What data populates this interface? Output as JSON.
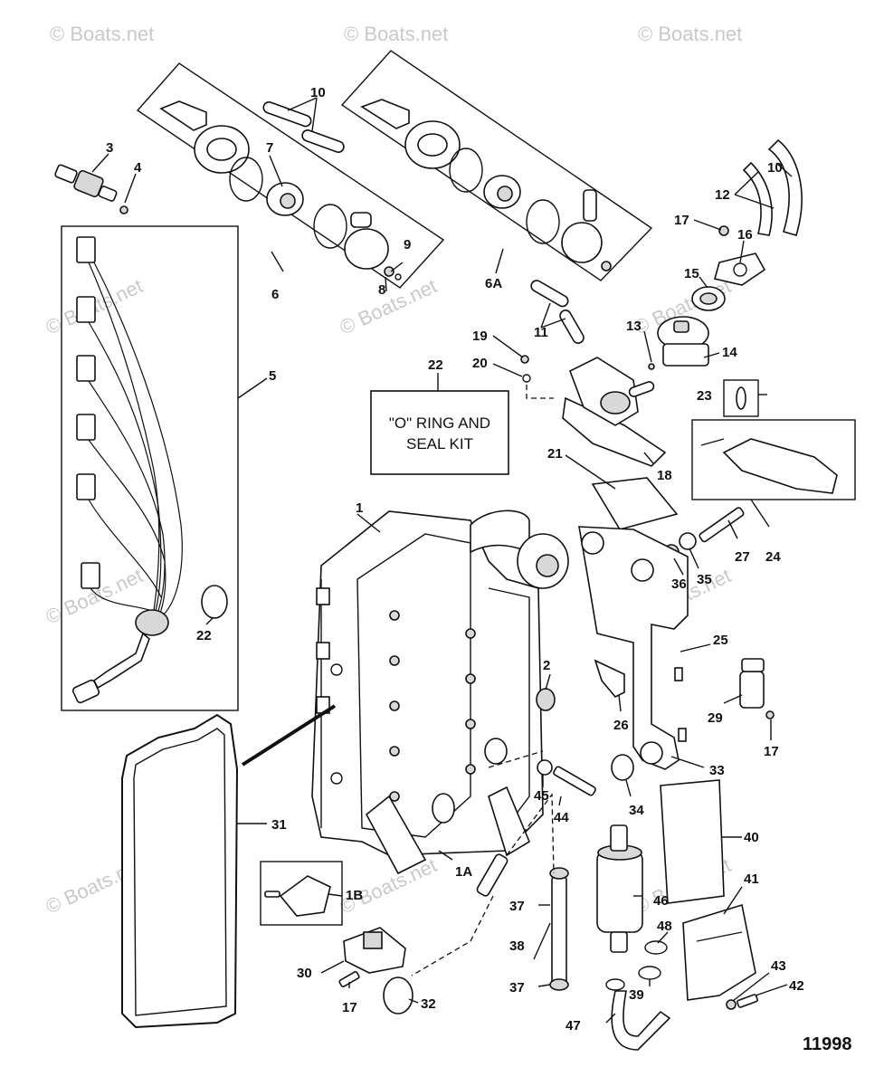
{
  "watermarks": [
    "© Boats.net",
    "© Boats.net",
    "© Boats.net",
    "© Boats.net",
    "© Boats.net",
    "© Boats.net",
    "© Boats.net",
    "© Boats.net",
    "© Boats.net",
    "© Boats.net",
    "© Boats.net"
  ],
  "diagram_number": "11998",
  "kit_box": {
    "line1": "\"O\" RING AND",
    "line2": "SEAL KIT"
  },
  "callouts": {
    "c1": "1",
    "c1a": "1A",
    "c1b": "1B",
    "c2": "2",
    "c3": "3",
    "c4": "4",
    "c5": "5",
    "c6": "6",
    "c6a": "6A",
    "c7": "7",
    "c8": "8",
    "c9": "9",
    "c10a": "10",
    "c10b": "10",
    "c11": "11",
    "c12": "12",
    "c13": "13",
    "c14": "14",
    "c15": "15",
    "c16": "16",
    "c17a": "17",
    "c17b": "17",
    "c17c": "17",
    "c18": "18",
    "c19": "19",
    "c20": "20",
    "c21": "21",
    "c22a": "22",
    "c22b": "22",
    "c23": "23",
    "c24": "24",
    "c25": "25",
    "c26": "26",
    "c27": "27",
    "c29": "29",
    "c30": "30",
    "c31": "31",
    "c32": "32",
    "c33": "33",
    "c34": "34",
    "c35": "35",
    "c36": "36",
    "c37a": "37",
    "c37b": "37",
    "c38": "38",
    "c39": "39",
    "c40": "40",
    "c41": "41",
    "c42": "42",
    "c43": "43",
    "c44": "44",
    "c45": "45",
    "c46": "46",
    "c47": "47",
    "c48": "48"
  }
}
